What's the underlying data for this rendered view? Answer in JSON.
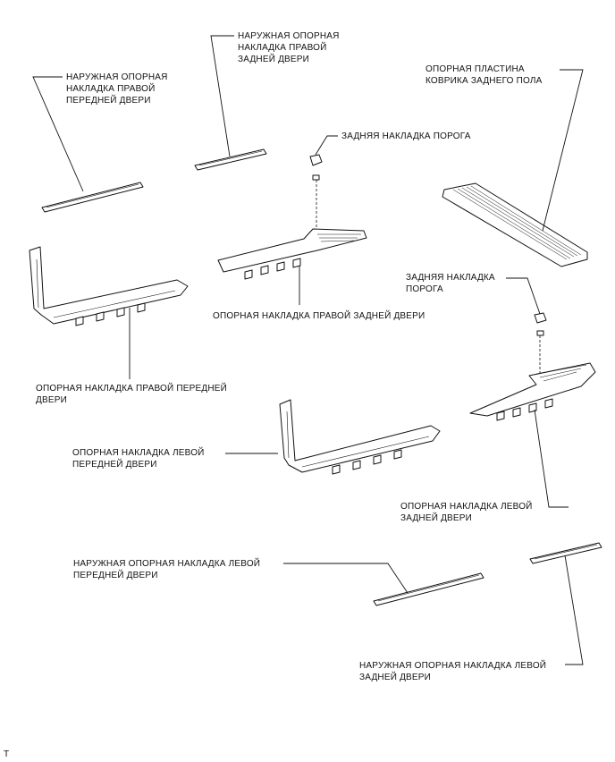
{
  "labels": {
    "outer_rf": [
      "НАРУЖНАЯ ОПОРНАЯ",
      "НАКЛАДКА ПРАВОЙ",
      "ПЕРЕДНЕЙ ДВЕРИ"
    ],
    "outer_rr": [
      "НАРУЖНАЯ ОПОРНАЯ",
      "НАКЛАДКА ПРАВОЙ",
      "ЗАДНЕЙ ДВЕРИ"
    ],
    "floor_plate": [
      "ОПОРНАЯ ПЛАСТИНА",
      "КОВРИКА ЗАДНЕГО ПОЛА"
    ],
    "rear_scuff_top": "ЗАДНЯЯ НАКЛАДКА ПОРОГА",
    "rr_scuff": "ОПОРНАЯ НАКЛАДКА ПРАВОЙ ЗАДНЕЙ ДВЕРИ",
    "rear_scuff_mid": [
      "ЗАДНЯЯ НАКЛАДКА",
      "ПОРОГА"
    ],
    "rf_scuff": [
      "ОПОРНАЯ НАКЛАДКА ПРАВОЙ ПЕРЕДНЕЙ",
      "ДВЕРИ"
    ],
    "lf_scuff": [
      "ОПОРНАЯ НАКЛАДКА ЛЕВОЙ",
      "ПЕРЕДНЕЙ ДВЕРИ"
    ],
    "lr_scuff": [
      "ОПОРНАЯ НАКЛАДКА ЛЕВОЙ",
      "ЗАДНЕЙ ДВЕРИ"
    ],
    "outer_lf": [
      "НАРУЖНАЯ ОПОРНАЯ НАКЛАДКА ЛЕВОЙ",
      "ПЕРЕДНЕЙ ДВЕРИ"
    ],
    "outer_lr": [
      "НАРУЖНАЯ ОПОРНАЯ НАКЛАДКА ЛЕВОЙ",
      "ЗАДНЕЙ ДВЕРИ"
    ]
  },
  "footer": "T"
}
